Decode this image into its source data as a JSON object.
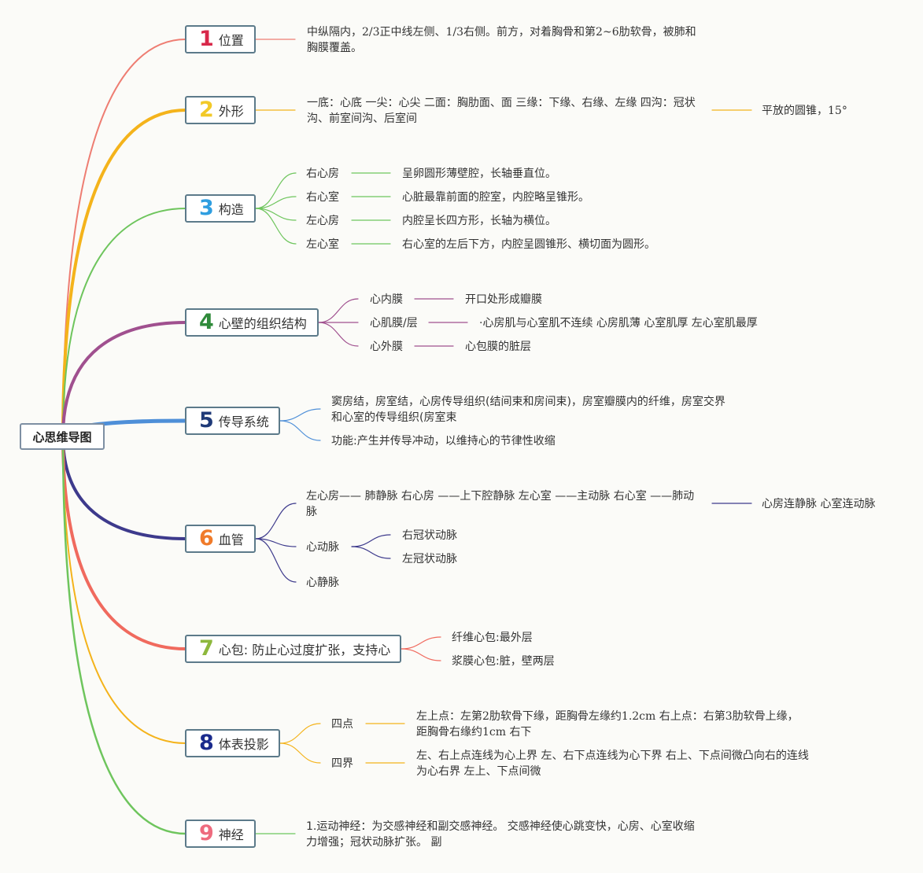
{
  "root": {
    "label": "心思维导图"
  },
  "topics": [
    {
      "num": "1",
      "label": "位置",
      "color": "#ee7d72",
      "num_color": "#d8284a"
    },
    {
      "num": "2",
      "label": "外形",
      "color": "#f4b31b",
      "num_color": "#f2c928"
    },
    {
      "num": "3",
      "label": "构造",
      "color": "#6ec55d",
      "num_color": "#2f9ee0"
    },
    {
      "num": "4",
      "label": "心壁的组织结构",
      "color": "#a0508f",
      "num_color": "#2f8a3a"
    },
    {
      "num": "5",
      "label": "传导系统",
      "color": "#4e8fd8",
      "num_color": "#1f3a78"
    },
    {
      "num": "6",
      "label": "血管",
      "color": "#3d3a8c",
      "num_color": "#f07b2a"
    },
    {
      "num": "7",
      "label": "心包: 防止心过度扩张，支持心",
      "color": "#f06a5e",
      "num_color": "#8db83d"
    },
    {
      "num": "8",
      "label": "体表投影",
      "color": "#f4b31b",
      "num_color": "#1a2a8c"
    },
    {
      "num": "9",
      "label": "神经",
      "color": "#6ec55d",
      "num_color": "#ee6b7e"
    }
  ],
  "t1": {
    "text": "中纵隔内，2/3正中线左侧、1/3右侧。前方，对着胸骨和第2~6肋软骨，被肺和胸膜覆盖。"
  },
  "t2": {
    "text": "一底：心底 一尖：心尖 二面：胸肋面、面 三缘：下缘、右缘、左缘 四沟：冠状沟、前室间沟、后室间",
    "right": "平放的圆锥，15°"
  },
  "t3": [
    {
      "label": "右心房",
      "desc": "呈卵圆形薄壁腔，长轴垂直位。"
    },
    {
      "label": "右心室",
      "desc": "心脏最靠前面的腔室，内腔略呈锥形。"
    },
    {
      "label": "左心房",
      "desc": "内腔呈长四方形，长轴为横位。"
    },
    {
      "label": "左心室",
      "desc": "右心室的左后下方，内腔呈圆锥形、横切面为圆形。"
    }
  ],
  "t4": [
    {
      "label": "心内膜",
      "desc": "开口处形成瓣膜"
    },
    {
      "label": "心肌膜/层",
      "desc": "·心房肌与心室肌不连续 心房肌薄 心室肌厚 左心室肌最厚"
    },
    {
      "label": "心外膜",
      "desc": "心包膜的脏层"
    }
  ],
  "t5": [
    {
      "text": "窦房结，房室结，心房传导组织(结间束和房间束)，房室瓣膜内的纤维，房室交界和心室的传导组织(房室束"
    },
    {
      "text": "功能:产生并传导冲动，以维持心的节律性收缩"
    }
  ],
  "t6": {
    "main": "左心房—— 肺静脉 右心房 ——上下腔静脉 左心室 ——主动脉 右心室 ——肺动脉",
    "main_right": "心房连静脉 心室连动脉",
    "artery": "心动脉",
    "artery_children": [
      "右冠状动脉",
      "左冠状动脉"
    ],
    "vein": "心静脉"
  },
  "t7": [
    {
      "text": "纤维心包:最外层"
    },
    {
      "text": "浆膜心包:脏，壁两层"
    }
  ],
  "t8": [
    {
      "label": "四点",
      "desc": "左上点：左第2肋软骨下缘，距胸骨左缘约1.2cm 右上点：右第3肋软骨上缘，距胸骨右缘约1cm 右下"
    },
    {
      "label": "四界",
      "desc": "左、右上点连线为心上界 左、右下点连线为心下界 右上、下点间微凸向右的连线为心右界 左上、下点间微"
    }
  ],
  "t9": {
    "text": "1.运动神经：为交感神经和副交感神经。 交感神经使心跳变快，心房、心室收缩力增强；冠状动脉扩张。 副"
  }
}
